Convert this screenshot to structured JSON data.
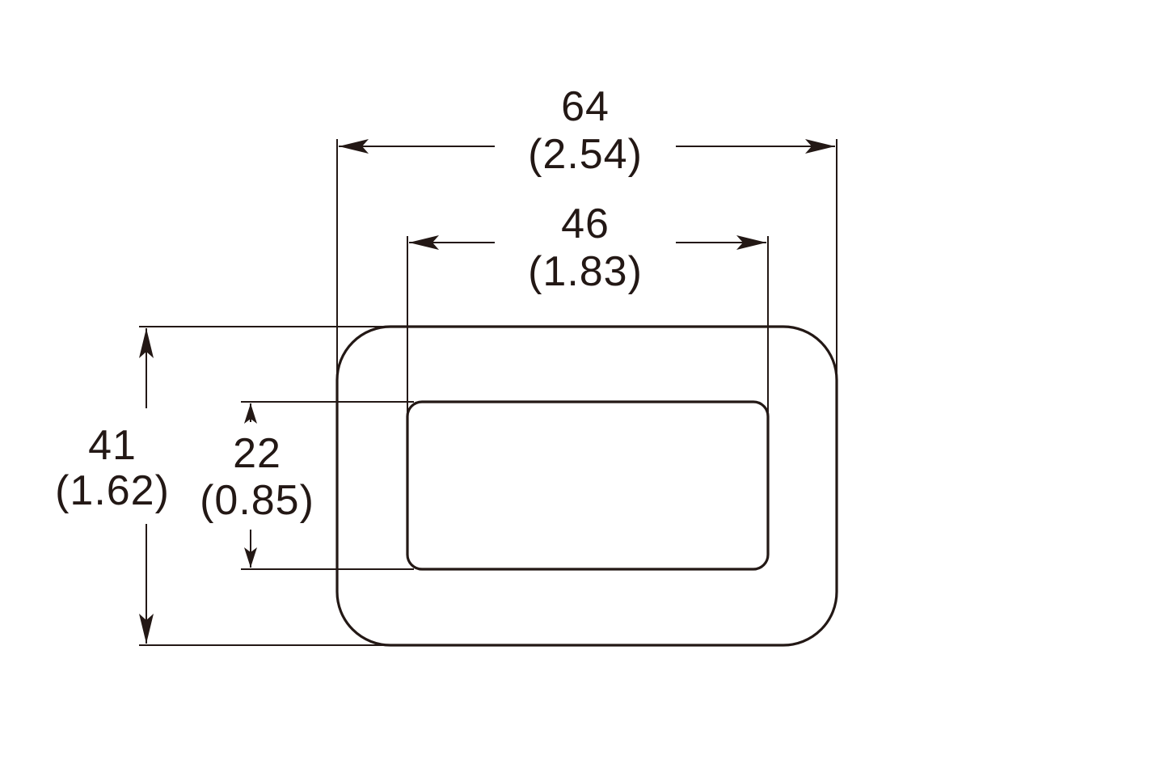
{
  "drawing": {
    "units": {
      "primary": "mm",
      "secondary": "in"
    },
    "colors": {
      "ink": "#231815",
      "background": "#ffffff"
    },
    "dimensions": {
      "outer_width": {
        "mm": "64",
        "inch": "(2.54)"
      },
      "inner_width": {
        "mm": "46",
        "inch": "(1.83)"
      },
      "outer_height": {
        "mm": "41",
        "inch": "(1.62)"
      },
      "inner_height": {
        "mm": "22",
        "inch": "(0.85)"
      }
    }
  }
}
